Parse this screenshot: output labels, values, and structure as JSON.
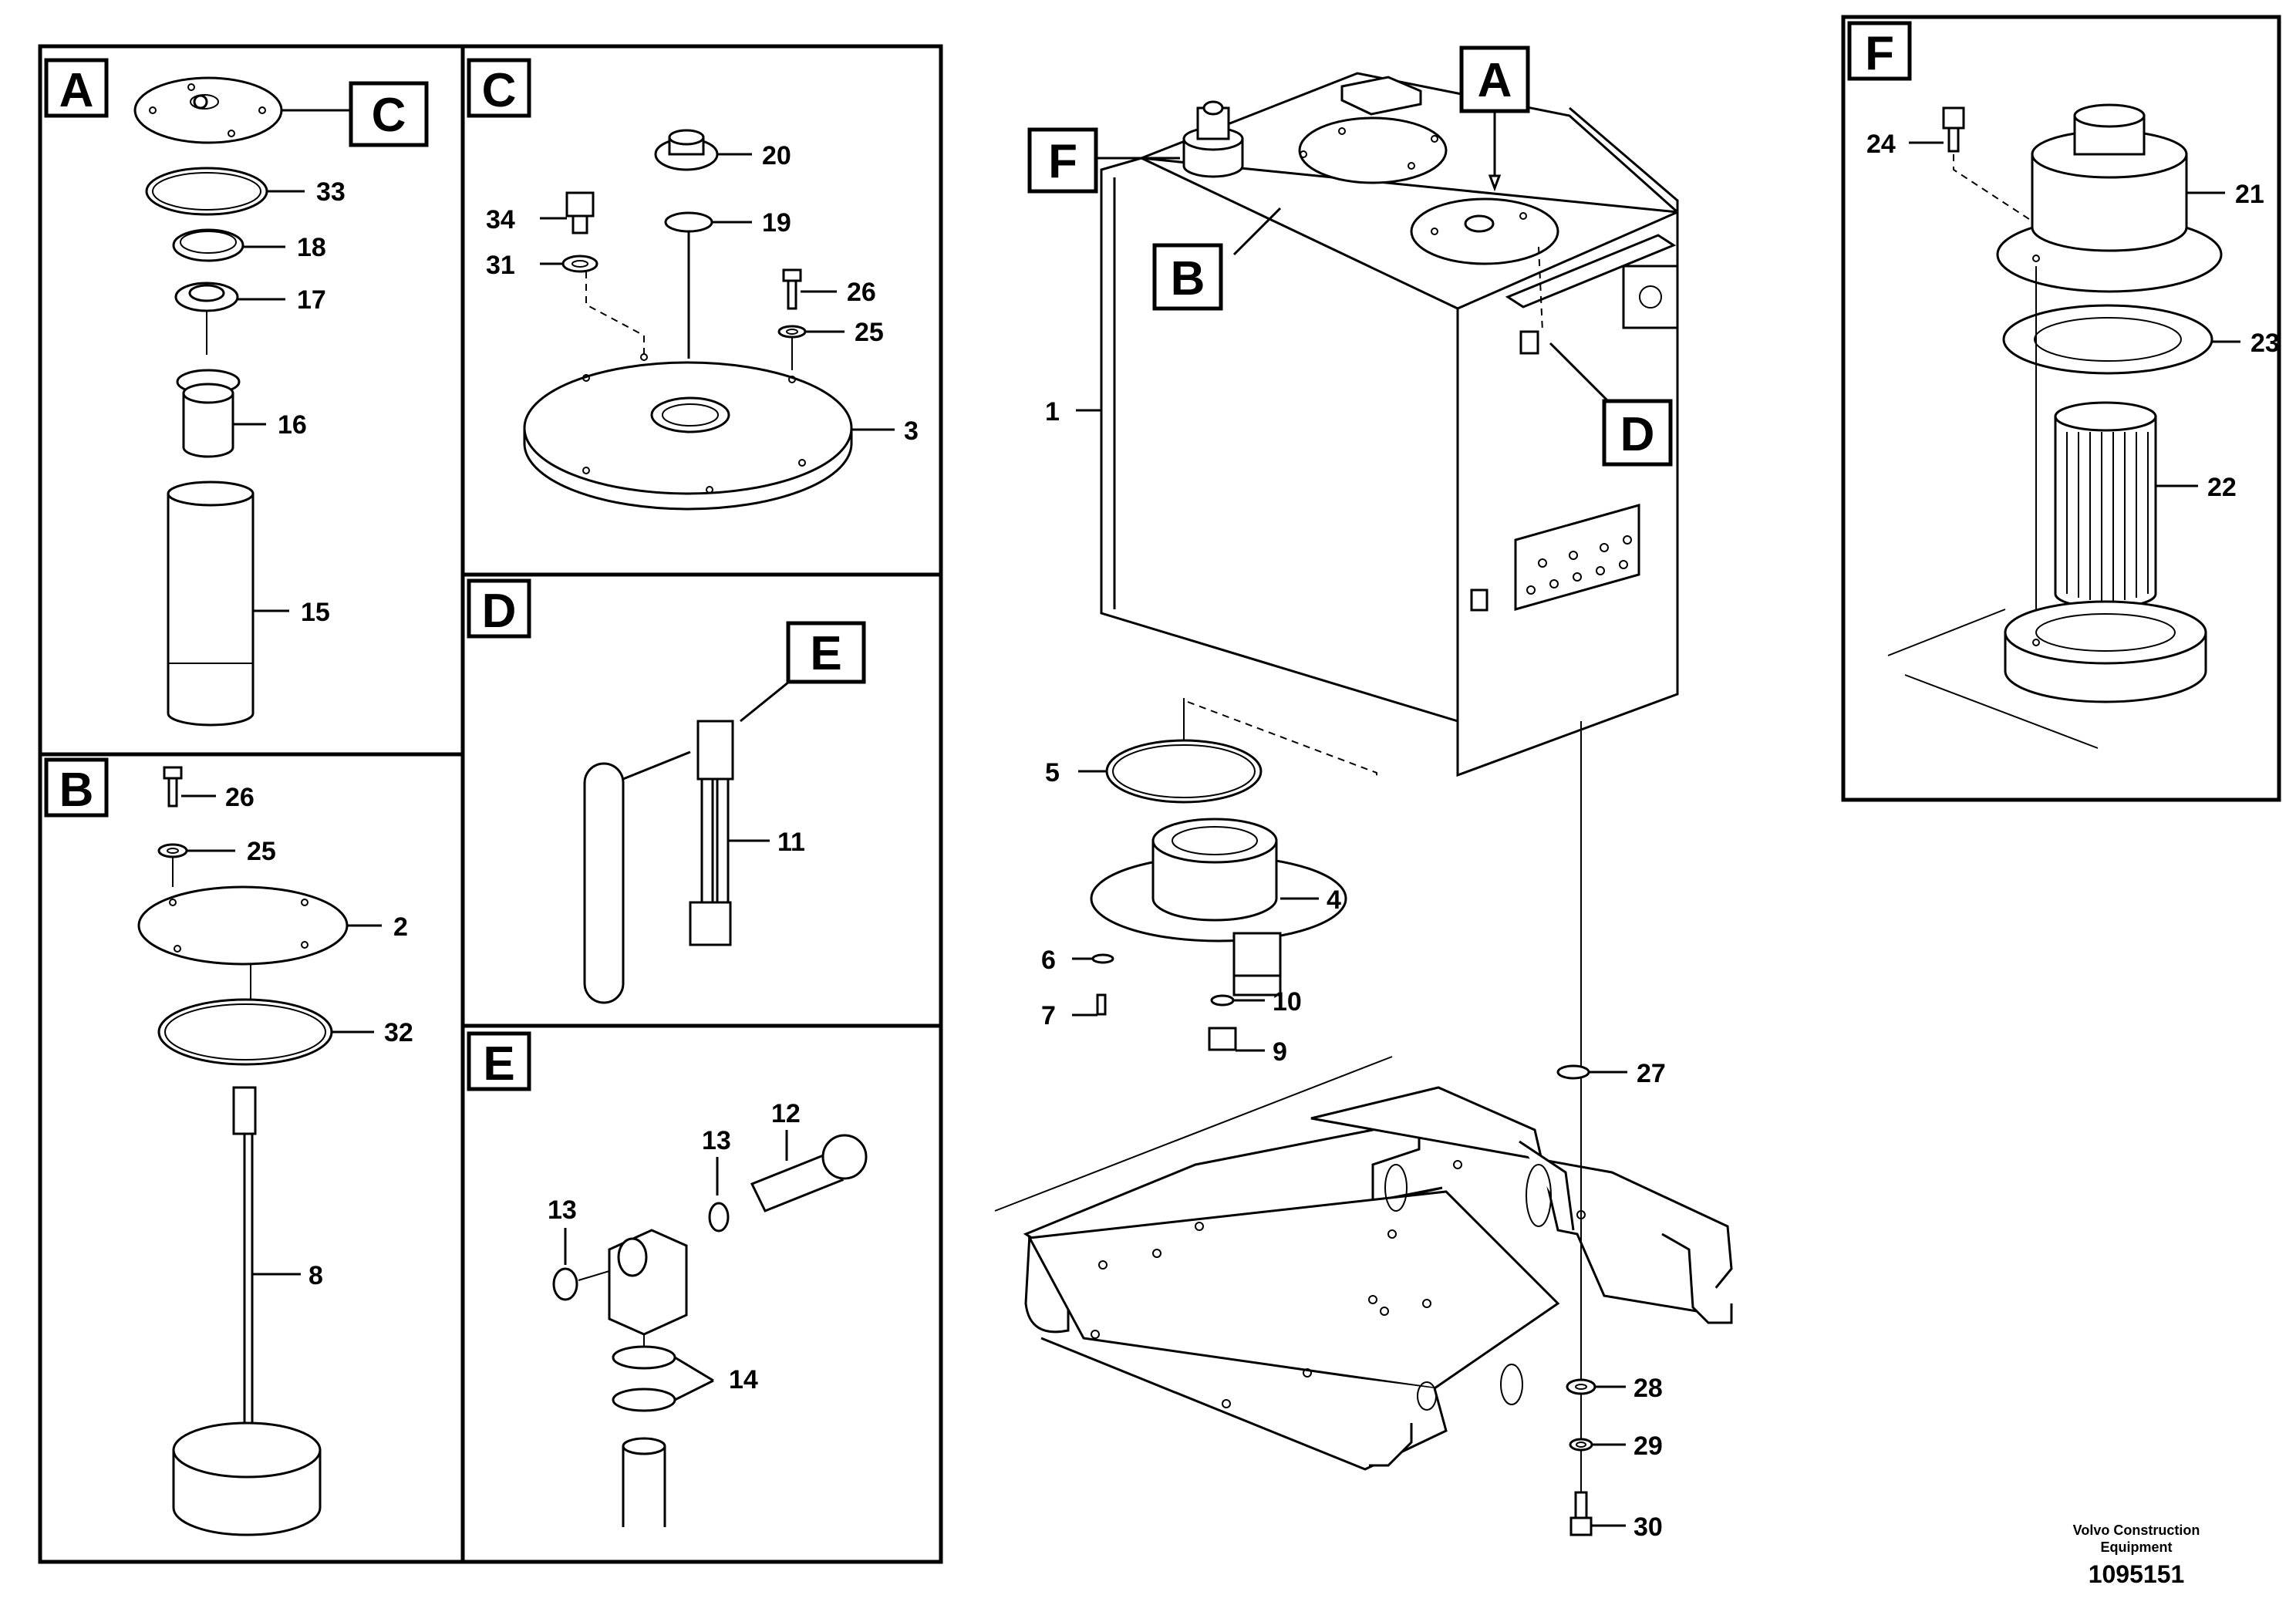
{
  "panels": {
    "A": {
      "letter": "A",
      "callout": "C",
      "labels": [
        "33",
        "18",
        "17",
        "16",
        "15"
      ]
    },
    "B": {
      "letter": "B",
      "labels": [
        "26",
        "25",
        "2",
        "32",
        "8"
      ]
    },
    "C": {
      "letter": "C",
      "labels": [
        "20",
        "34",
        "19",
        "31",
        "26",
        "25",
        "3"
      ]
    },
    "D": {
      "letter": "D",
      "callout": "E",
      "labels": [
        "11"
      ]
    },
    "E": {
      "letter": "E",
      "labels": [
        "12",
        "13",
        "13",
        "14"
      ]
    },
    "F": {
      "letter": "F",
      "labels": [
        "24",
        "21",
        "23",
        "22"
      ]
    }
  },
  "main": {
    "callouts": [
      "F",
      "A",
      "B",
      "D"
    ],
    "labels": [
      "1",
      "5",
      "4",
      "6",
      "10",
      "7",
      "9",
      "27",
      "28",
      "29",
      "30"
    ]
  },
  "footer": {
    "credit_line1": "Volvo Construction",
    "credit_line2": "Equipment",
    "doc_number": "1095151"
  }
}
